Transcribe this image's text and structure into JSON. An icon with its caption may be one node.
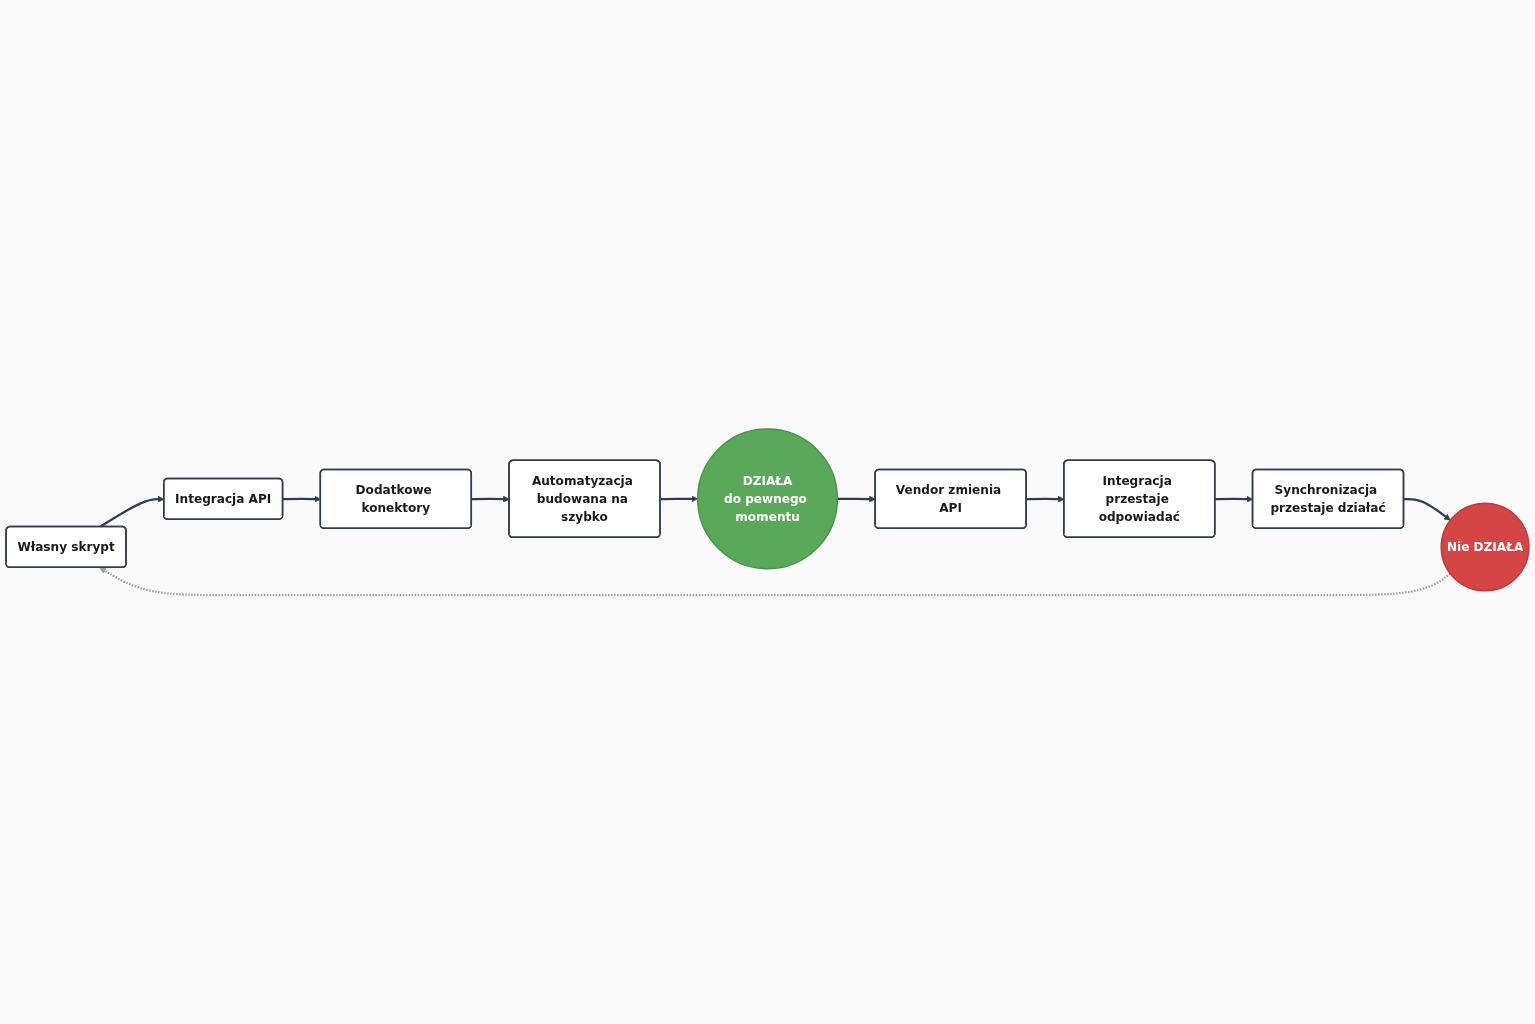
{
  "diagram": {
    "nodes": [
      {
        "text": [
          "Własny skrypt"
        ]
      },
      {
        "text": [
          "Integracja API"
        ]
      },
      {
        "text": [
          "Dodatkowe konektory"
        ]
      },
      {
        "text": [
          "Automatyzacja budowana na szybko"
        ]
      },
      {
        "text": [
          "DZIAŁA",
          "do pewnego momentu"
        ]
      },
      {
        "text": [
          "Vendor zmienia API"
        ]
      },
      {
        "text": [
          "Integracja przestaje odpowiadać"
        ]
      },
      {
        "text": [
          "Synchronizacja przestaje działać"
        ]
      },
      {
        "text": [
          "Nie DZIAŁA"
        ]
      }
    ],
    "edges": [
      {
        "from": 0,
        "to": 1,
        "arrow": "to"
      },
      {
        "from": 1,
        "to": 2,
        "arrow": "to"
      },
      {
        "from": 2,
        "to": 3,
        "arrow": "to"
      },
      {
        "from": 3,
        "to": 4,
        "arrow": "to"
      },
      {
        "from": 4,
        "to": 5,
        "arrow": "to"
      },
      {
        "from": 5,
        "to": 6,
        "arrow": "to"
      },
      {
        "from": 6,
        "to": 7,
        "arrow": "to"
      },
      {
        "from": 7,
        "to": 8,
        "arrow": "to"
      },
      {
        "from": 8,
        "to": 0,
        "arrow": "to",
        "style": "dashed",
        "color": "#9e9e9e"
      }
    ]
  }
}
